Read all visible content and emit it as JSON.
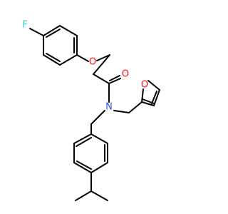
{
  "molecule": {
    "atoms": {
      "fluorine": {
        "label": "F",
        "color": "#33cccc"
      },
      "ether_oxygen": {
        "label": "O",
        "color": "#ff0d0d"
      },
      "carbonyl_oxygen": {
        "label": "O",
        "color": "#ff0d0d"
      },
      "furan_oxygen": {
        "label": "O",
        "color": "#ff0d0d"
      },
      "amide_nitrogen": {
        "label": "N",
        "color": "#3050f8"
      }
    },
    "bond_color": "#000000",
    "background": "#ffffff"
  }
}
